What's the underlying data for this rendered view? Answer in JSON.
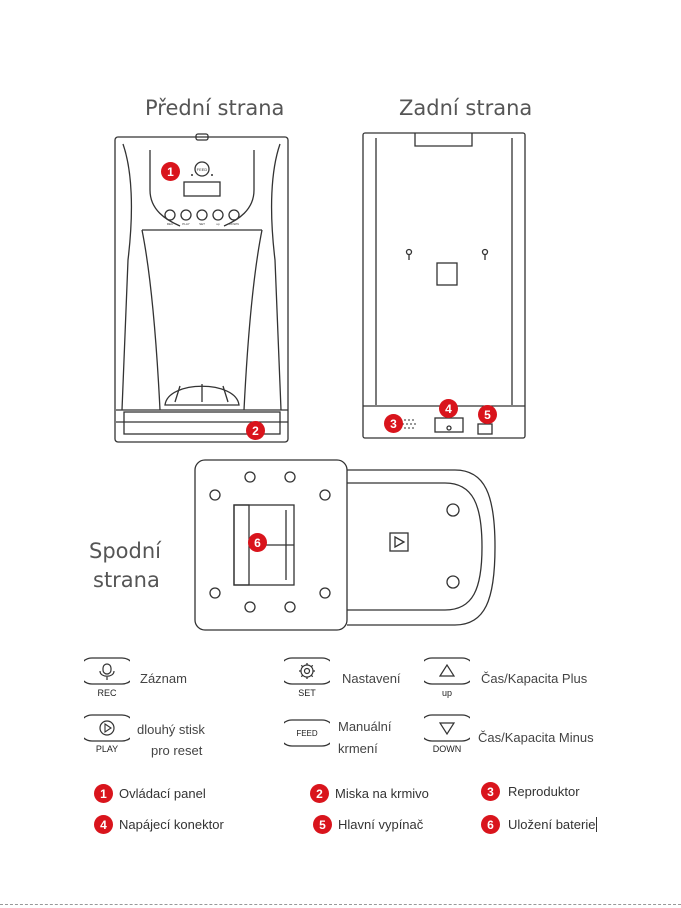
{
  "titles": {
    "front": "Přední strana",
    "back": "Zadní strana",
    "bottom_line1": "Spodní",
    "bottom_line2": "strana"
  },
  "device_labels": {
    "feed_small": "FEED",
    "rec_small": "REC",
    "play_small": "PLAY",
    "set_small": "SET",
    "up_small": "up",
    "down_small": "DOWN"
  },
  "markers": [
    "1",
    "2",
    "3",
    "4",
    "5",
    "6"
  ],
  "buttons": [
    {
      "caption": "REC",
      "label": "Záznam",
      "icon": "microphone-icon"
    },
    {
      "caption": "SET",
      "label": "Nastavení",
      "icon": "gear-icon"
    },
    {
      "caption": "up",
      "label": "Čas/Kapacita Plus",
      "icon": "triangle-up-icon"
    },
    {
      "caption": "PLAY",
      "label_line1": "dlouhý stisk",
      "label_line2": "pro reset",
      "icon": "play-icon"
    },
    {
      "caption": "FEED",
      "label_line1": "Manuální",
      "label_line2": "krmení",
      "icon": "feed-icon"
    },
    {
      "caption": "DOWN",
      "label": "Čas/Kapacita Minus",
      "icon": "triangle-down-icon"
    }
  ],
  "legend": [
    {
      "num": "1",
      "text": "Ovládací panel"
    },
    {
      "num": "2",
      "text": "Miska na krmivo"
    },
    {
      "num": "3",
      "text": "Reproduktor"
    },
    {
      "num": "4",
      "text": "Napájecí konektor"
    },
    {
      "num": "5",
      "text": "Hlavní vypínač"
    },
    {
      "num": "6",
      "text": "Uložení baterie"
    }
  ],
  "colors": {
    "marker": "#d9141c",
    "line": "#333333"
  }
}
